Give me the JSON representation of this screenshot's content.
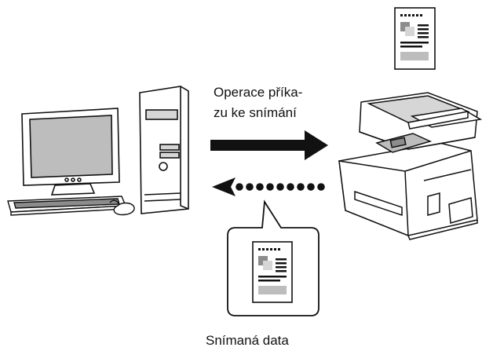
{
  "diagram": {
    "scan_command_label": [
      "Operace příka-",
      "zu ke snímání"
    ],
    "scanned_data_label": "Snímaná data",
    "colors": {
      "line": "#111111",
      "fill_gray": "#bdbdbd",
      "light_gray": "#d6d6d6",
      "dark_gray": "#8c8c8c"
    },
    "icons": [
      "computer-icon",
      "monitor-icon",
      "keyboard-icon",
      "mouse-icon",
      "tower-icon",
      "mfp-printer-icon",
      "document-icon",
      "speech-bubble",
      "arrow-right",
      "dotted-arrow-left"
    ]
  }
}
